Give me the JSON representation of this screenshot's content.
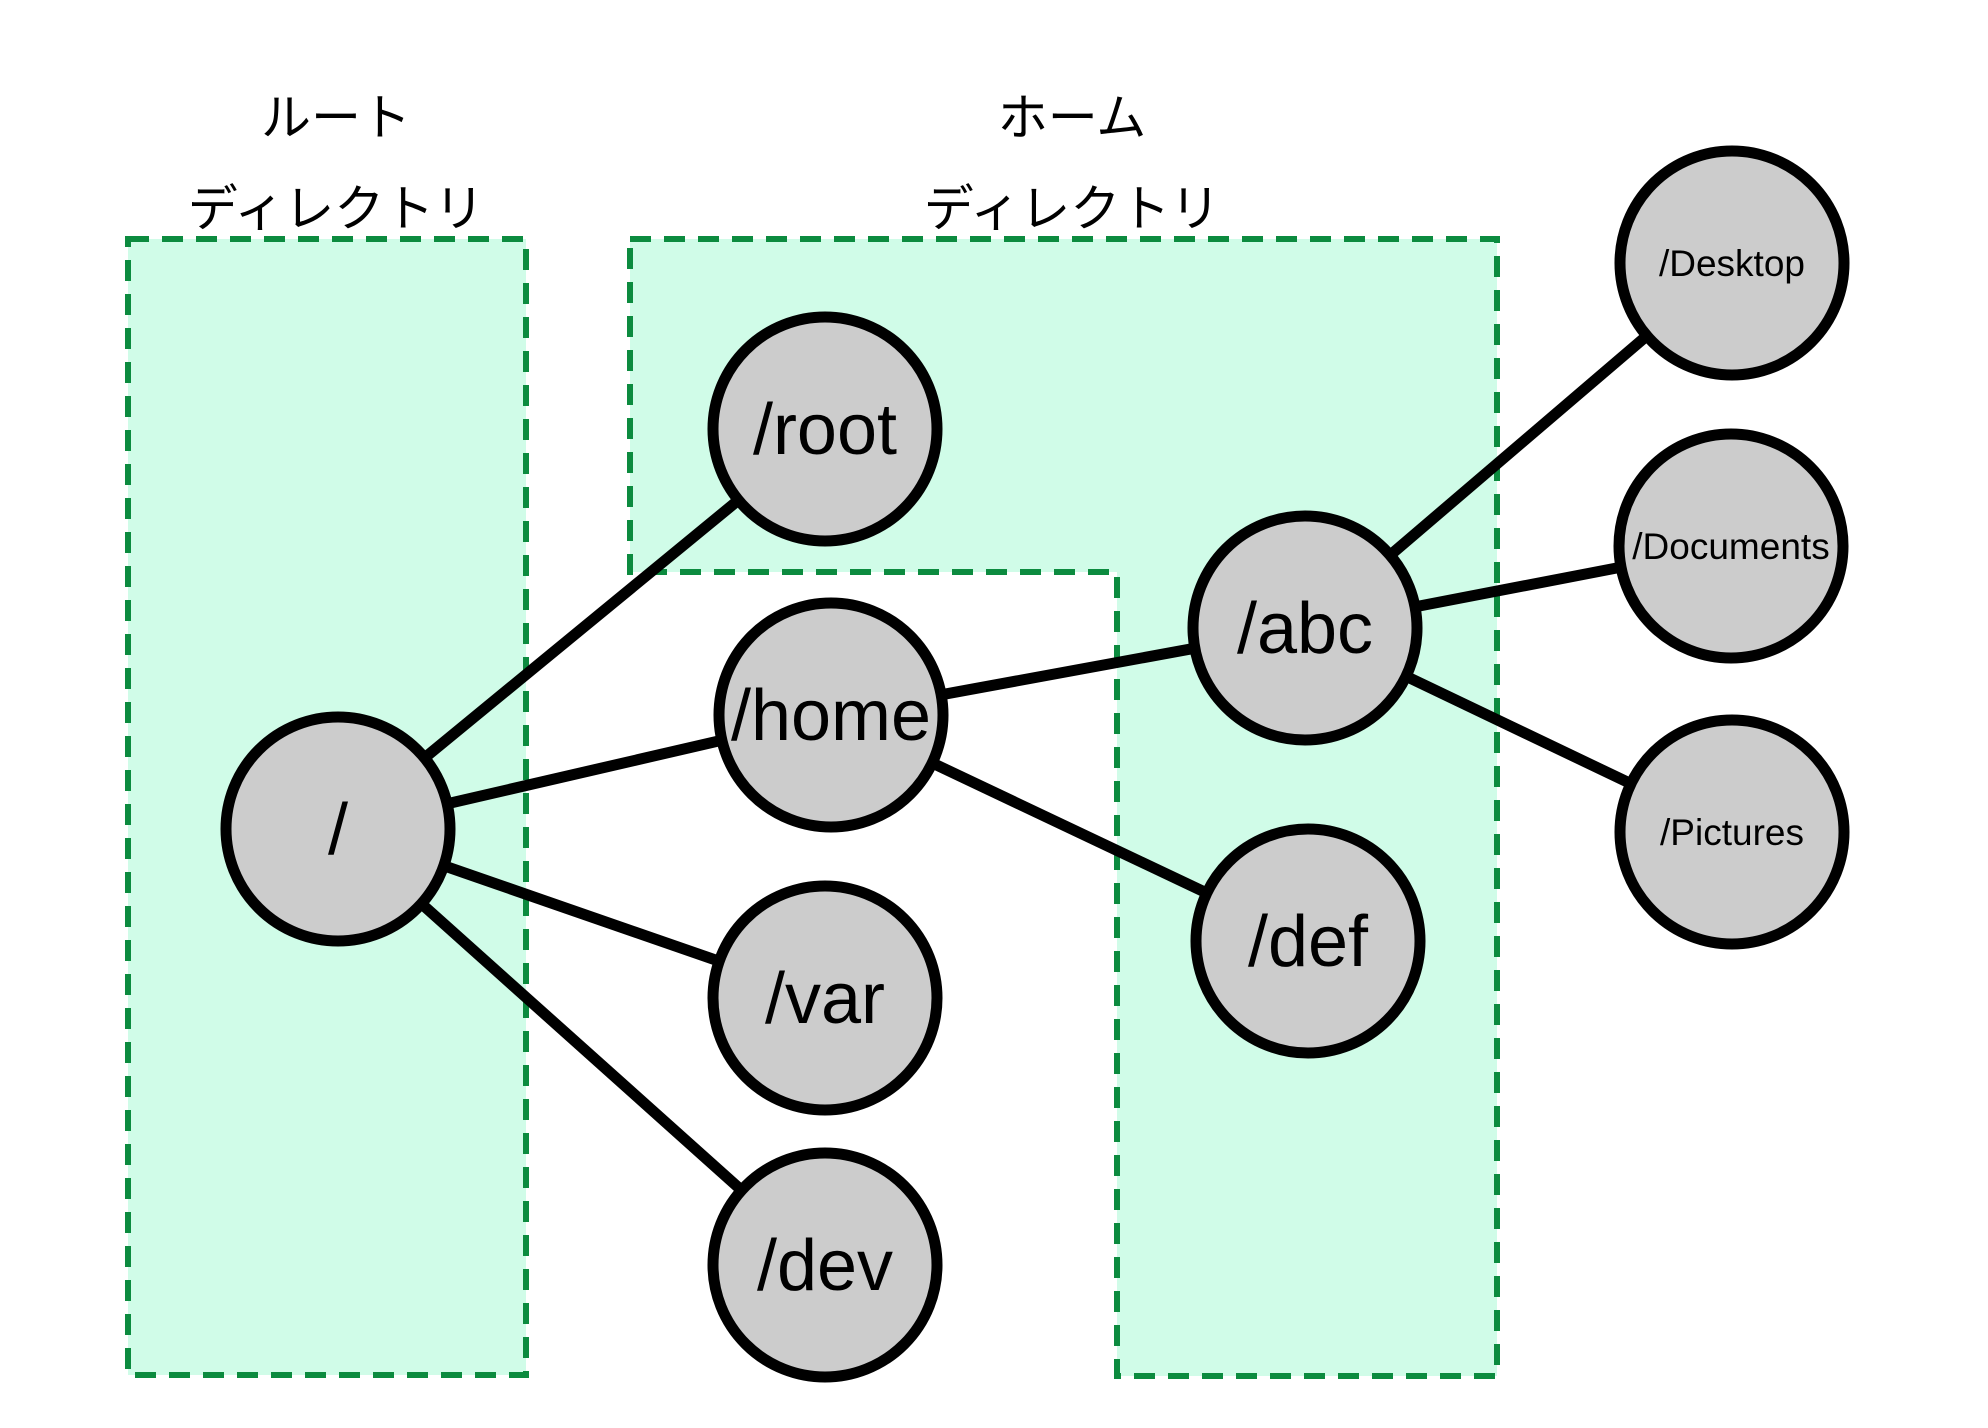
{
  "diagram": {
    "description": "Linux filesystem directory tree diagram",
    "colors": {
      "background": "#ffffff",
      "region_fill": "#d0fce8",
      "region_border_green": "#0c8b3f",
      "node_fill_gray": "#cccccc",
      "node_border": "#000000",
      "edge_color": "#000000"
    }
  },
  "regions": [
    {
      "id": "root-directory",
      "label_line1": "ルート",
      "label_line2": "ディレクトリ"
    },
    {
      "id": "home-directory",
      "label_line1": "ホーム",
      "label_line2": "ディレクトリ"
    }
  ],
  "nodes": [
    {
      "id": "root",
      "label": "/"
    },
    {
      "id": "root-dir",
      "label": "/root"
    },
    {
      "id": "home",
      "label": "/home"
    },
    {
      "id": "var",
      "label": "/var"
    },
    {
      "id": "dev",
      "label": "/dev"
    },
    {
      "id": "abc",
      "label": "/abc"
    },
    {
      "id": "def",
      "label": "/def"
    },
    {
      "id": "desktop",
      "label": "/Desktop"
    },
    {
      "id": "documents",
      "label": "/Documents"
    },
    {
      "id": "pictures",
      "label": "/Pictures"
    }
  ],
  "edges": [
    {
      "from": "/",
      "to": "/root"
    },
    {
      "from": "/",
      "to": "/home"
    },
    {
      "from": "/",
      "to": "/var"
    },
    {
      "from": "/",
      "to": "/dev"
    },
    {
      "from": "/home",
      "to": "/abc"
    },
    {
      "from": "/home",
      "to": "/def"
    },
    {
      "from": "/abc",
      "to": "/Desktop"
    },
    {
      "from": "/abc",
      "to": "/Documents"
    },
    {
      "from": "/abc",
      "to": "/Pictures"
    }
  ]
}
